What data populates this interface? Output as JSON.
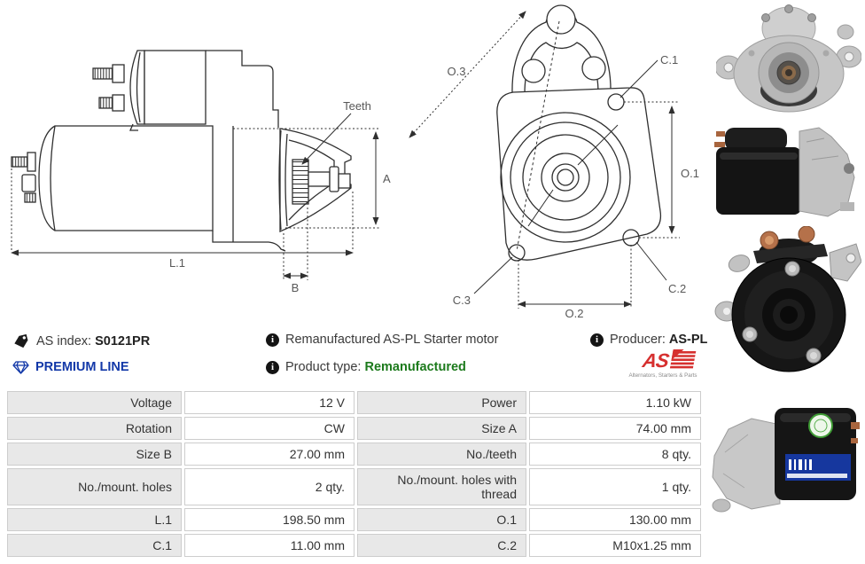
{
  "info_bar": {
    "as_index": {
      "label": "AS index:",
      "value": "S0121PR"
    },
    "premium_line": "PREMIUM LINE",
    "description": "Remanufactured AS-PL Starter motor",
    "product_type": {
      "label": "Product type:",
      "value": "Remanufactured"
    },
    "producer": {
      "label": "Producer:",
      "value": "AS-PL"
    },
    "brand": {
      "name": "AS",
      "tagline": "Alternators, Starters & Parts"
    },
    "info_glyph": "i"
  },
  "diagram_labels": {
    "teeth": "Teeth",
    "a": "A",
    "l1": "L.1",
    "b": "B",
    "o3": "O.3",
    "c1": "C.1",
    "o1": "O.1",
    "c2": "C.2",
    "c3": "C.3",
    "o2": "O.2"
  },
  "spec_table": {
    "rows": [
      {
        "label_left": "Voltage",
        "value_left": "12 V",
        "label_right": "Power",
        "value_right": "1.10 kW"
      },
      {
        "label_left": "Rotation",
        "value_left": "CW",
        "label_right": "Size A",
        "value_right": "74.00 mm"
      },
      {
        "label_left": "Size B",
        "value_left": "27.00 mm",
        "label_right": "No./teeth",
        "value_right": "8 qty."
      },
      {
        "label_left": "No./mount. holes",
        "value_left": "2 qty.",
        "label_right": "No./mount. holes with thread",
        "value_right": "1 qty."
      },
      {
        "label_left": "L.1",
        "value_left": "198.50 mm",
        "label_right": "O.1",
        "value_right": "130.00 mm"
      },
      {
        "label_left": "C.1",
        "value_left": "11.00 mm",
        "label_right": "C.2",
        "value_right": "M10x1.25 mm"
      }
    ]
  },
  "colors": {
    "premium_blue": "#1238a8",
    "type_green": "#1c7a1c",
    "brand_red": "#d6302f",
    "table_label_bg": "#e8e8e8",
    "table_border": "#cdcdcd",
    "drawing_line": "#2f2f2f"
  }
}
